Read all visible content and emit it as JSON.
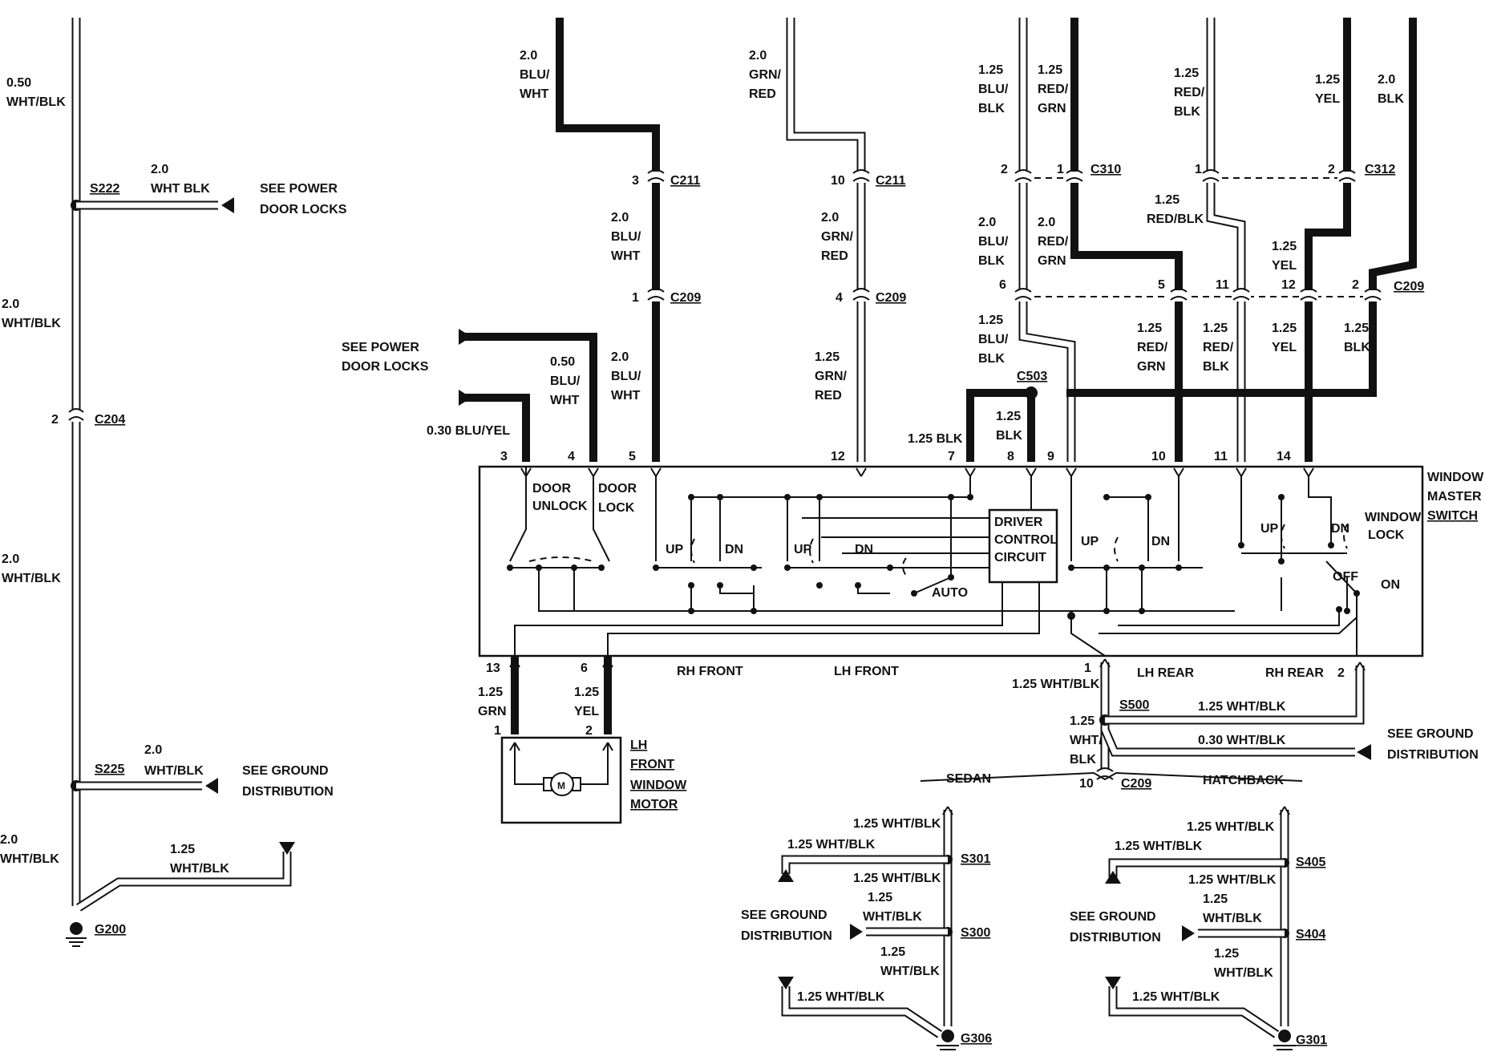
{
  "left_circuit": {
    "wire_top": {
      "gauge": "0.50",
      "color": "WHT/BLK"
    },
    "s222": {
      "id": "S222",
      "branch_gauge": "2.0",
      "branch_color": "WHT BLK",
      "ref_line1": "SEE POWER",
      "ref_line2": "DOOR LOCKS"
    },
    "wire_mid1": {
      "gauge": "2.0",
      "color": "WHT/BLK"
    },
    "c204": {
      "id": "C204",
      "pin": "2"
    },
    "wire_mid2": {
      "gauge": "2.0",
      "color": "WHT/BLK"
    },
    "s225": {
      "id": "S225",
      "branch_gauge": "2.0",
      "branch_color": "WHT/BLK",
      "ref_line1": "SEE GROUND",
      "ref_line2": "DISTRIBUTION"
    },
    "wire_bottom": {
      "gauge": "2.0",
      "color": "WHT/BLK"
    },
    "g200_branch": {
      "gauge": "1.25",
      "color": "WHT/BLK"
    },
    "g200": {
      "id": "G200"
    }
  },
  "door_locks_ref": {
    "line1": "SEE POWER",
    "line2": "DOOR LOCKS"
  },
  "pin3_wire": "0.30 BLU/YEL",
  "pin4_wire": {
    "gauge": "0.50",
    "c1": "BLU/",
    "c2": "WHT"
  },
  "col5": {
    "top_gauge": "2.0",
    "top_c1": "BLU/",
    "top_c2": "WHT",
    "c211": "C211",
    "c211_pin": "3",
    "mid_gauge": "2.0",
    "mid_c1": "BLU/",
    "mid_c2": "WHT",
    "c209": "C209",
    "c209_pin": "1",
    "bot_gauge": "2.0",
    "bot_c1": "BLU/",
    "bot_c2": "WHT"
  },
  "col12": {
    "top_gauge": "2.0",
    "top_c1": "GRN/",
    "top_c2": "RED",
    "c211": "C211",
    "c211_pin": "10",
    "mid_gauge": "2.0",
    "mid_c1": "GRN/",
    "mid_c2": "RED",
    "c209": "C209",
    "c209_pin": "4",
    "bot_gauge": "1.25",
    "bot_c1": "GRN/",
    "bot_c2": "RED"
  },
  "right_top": {
    "w1": {
      "gauge": "1.25",
      "c1": "BLU/",
      "c2": "BLK"
    },
    "w2": {
      "gauge": "1.25",
      "c1": "RED/",
      "c2": "GRN"
    },
    "w3": {
      "gauge": "1.25",
      "c1": "RED/",
      "c2": "BLK"
    },
    "w4": {
      "gauge": "1.25",
      "c1": "YEL"
    },
    "w5": {
      "gauge": "2.0",
      "c1": "BLK"
    },
    "c310": "C310",
    "c310_pin_a": "2",
    "c310_pin_b": "1",
    "c312": "C312",
    "c312_pin_a": "1",
    "c312_pin_b": "2",
    "m1": {
      "gauge": "2.0",
      "c1": "BLU/",
      "c2": "BLK"
    },
    "m2": {
      "gauge": "2.0",
      "c1": "RED/",
      "c2": "GRN"
    },
    "m3": {
      "gauge": "1.25",
      "c1": "RED/BLK"
    },
    "m4": {
      "gauge": "1.25",
      "c1": "YEL"
    },
    "c209": "C209",
    "c209_pins": [
      "6",
      "5",
      "11",
      "12",
      "2"
    ],
    "b1": {
      "gauge": "1.25",
      "c1": "BLU/",
      "c2": "BLK"
    },
    "b2": {
      "gauge": "1.25",
      "c1": "RED/",
      "c2": "GRN"
    },
    "b3": {
      "gauge": "1.25",
      "c1": "RED/",
      "c2": "BLK"
    },
    "b4": {
      "gauge": "1.25",
      "c1": "YEL"
    },
    "b5": {
      "gauge": "1.25",
      "c1": "BLK"
    },
    "c503": "C503",
    "pin7_wire": "1.25 BLK",
    "pin8_wire": {
      "gauge": "1.25",
      "c1": "BLK"
    }
  },
  "switch": {
    "title1": "WINDOW",
    "title2": "MASTER",
    "title3": "SWITCH",
    "top_pins": [
      "3",
      "4",
      "5",
      "12",
      "7",
      "8",
      "9",
      "10",
      "11",
      "14"
    ],
    "door_unlock1": "DOOR",
    "door_unlock2": "UNLOCK",
    "door_lock1": "DOOR",
    "door_lock2": "LOCK",
    "up": "UP",
    "dn": "DN",
    "auto": "AUTO",
    "driver1": "DRIVER",
    "driver2": "CONTROL",
    "driver3": "CIRCUIT",
    "window_lock1": "WINDOW",
    "window_lock2": "LOCK",
    "off": "OFF",
    "on": "ON",
    "rh_front": "RH FRONT",
    "lh_front": "LH FRONT",
    "lh_rear": "LH REAR",
    "rh_rear": "RH REAR",
    "bottom_pins": [
      "13",
      "6",
      "1",
      "2"
    ]
  },
  "motor": {
    "pin13_wire": {
      "gauge": "1.25",
      "c1": "GRN"
    },
    "pin6_wire": {
      "gauge": "1.25",
      "c1": "YEL"
    },
    "pin_a": "1",
    "pin_b": "2",
    "symbol": "M",
    "name1": "LH",
    "name2": "FRONT",
    "name3": "WINDOW",
    "name4": "MOTOR"
  },
  "ground_section": {
    "pin1_wire": "1.25 WHT/BLK",
    "s500": "S500",
    "s500_branch": "1.25 WHT/BLK",
    "s500_branch2": "0.30 WHT/BLK",
    "ref1": "SEE GROUND",
    "ref2": "DISTRIBUTION",
    "main_gauge": "1.25",
    "main_c1": "WHT/",
    "main_c2": "BLK",
    "c209_pin": "10",
    "c209": "C209",
    "sedan": "SEDAN",
    "hatchback": "HATCHBACK",
    "sedan_wires": [
      "1.25 WHT/BLK",
      "1.25 WHT/BLK",
      "1.25 WHT/BLK",
      "1.25",
      "WHT/BLK",
      "1.25",
      "WHT/BLK",
      "1.25 WHT/BLK"
    ],
    "hatch_wires": [
      "1.25 WHT/BLK",
      "1.25 WHT/BLK",
      "1.25 WHT/BLK",
      "1.25",
      "WHT/BLK",
      "1.25",
      "WHT/BLK",
      "1.25 WHT/BLK"
    ],
    "s301": "S301",
    "s300": "S300",
    "g306": "G306",
    "s405": "S405",
    "s404": "S404",
    "g301": "G301"
  }
}
